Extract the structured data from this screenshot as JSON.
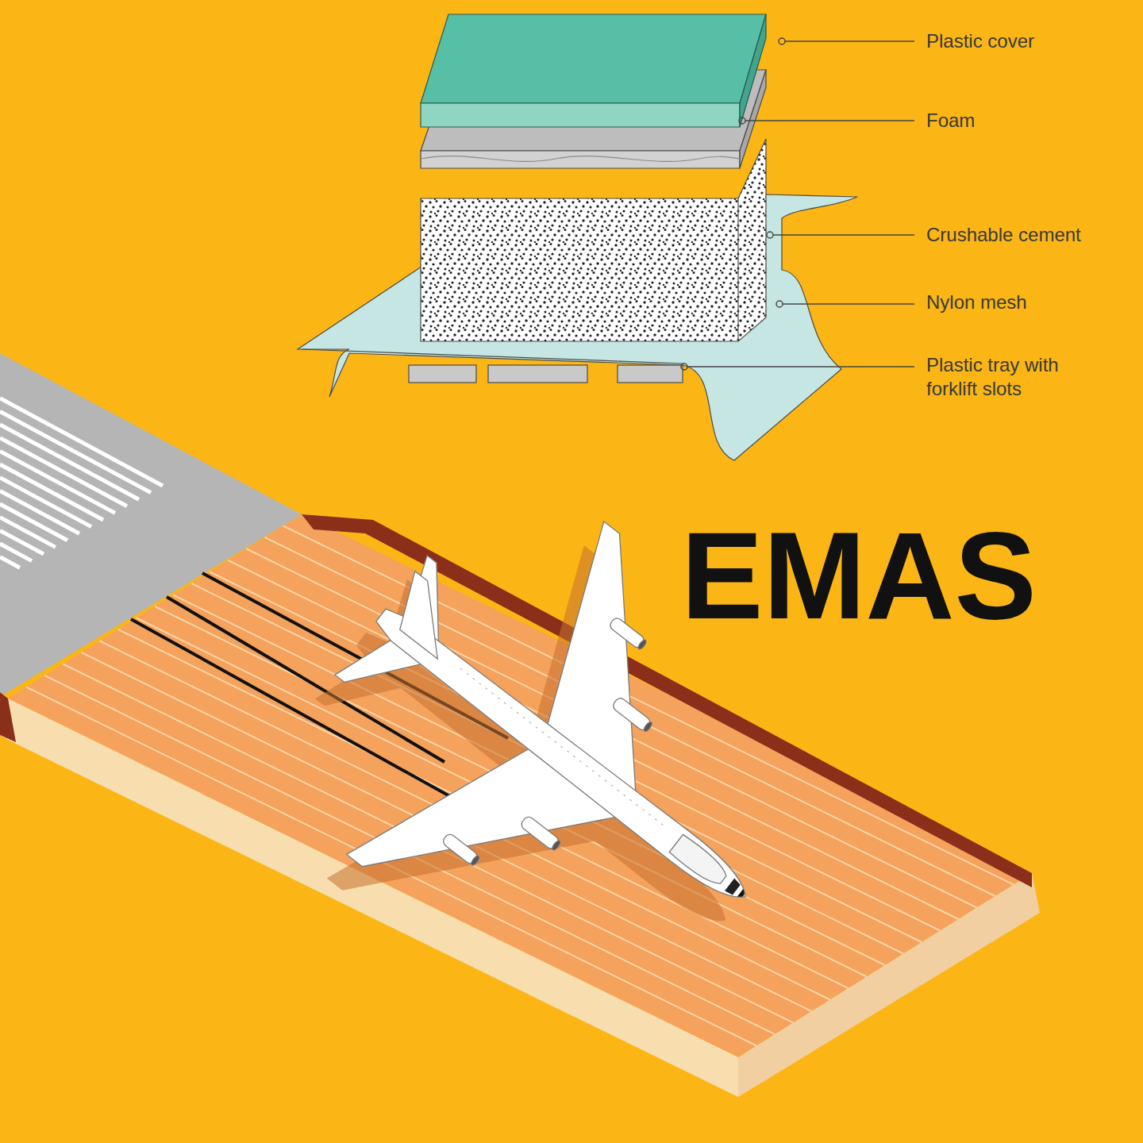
{
  "diagram": {
    "title": "EMAS",
    "labels": [
      "Plastic cover",
      "Foam",
      "Crushable cement",
      "Nylon mesh",
      "Plastic tray with forklift slots"
    ]
  }
}
